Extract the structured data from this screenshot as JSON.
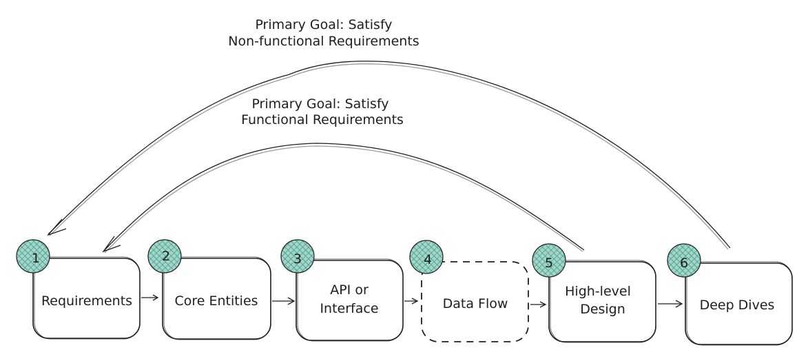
{
  "goals": {
    "nonfunctional": [
      "Primary Goal: Satisfy",
      "Non-functional Requirements"
    ],
    "functional": [
      "Primary Goal: Satisfy",
      "Functional Requirements"
    ]
  },
  "steps": [
    {
      "num": "1",
      "lines": [
        "Requirements"
      ],
      "style": "solid"
    },
    {
      "num": "2",
      "lines": [
        "Core Entities"
      ],
      "style": "solid"
    },
    {
      "num": "3",
      "lines": [
        "API or",
        "Interface"
      ],
      "style": "solid"
    },
    {
      "num": "4",
      "lines": [
        "Data Flow"
      ],
      "style": "dashed"
    },
    {
      "num": "5",
      "lines": [
        "High-level",
        "Design"
      ],
      "style": "solid"
    },
    {
      "num": "6",
      "lines": [
        "Deep Dives"
      ],
      "style": "solid"
    }
  ],
  "colors": {
    "ink": "#1e1e1e",
    "badge_fill": "#9fd8cb",
    "badge_hatch": "#4f8f83",
    "background": "#ffffff"
  }
}
